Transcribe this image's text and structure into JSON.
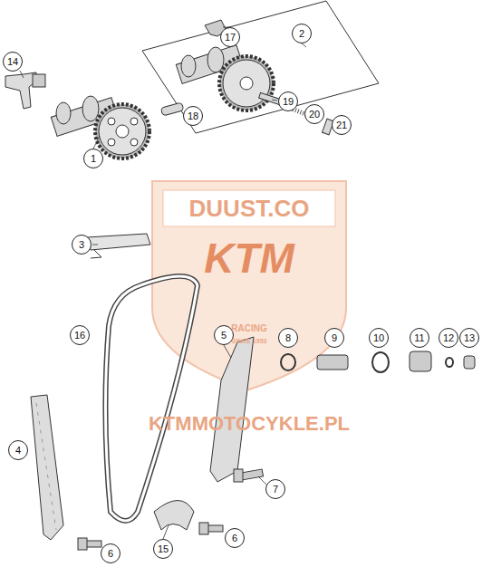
{
  "diagram": {
    "labels": [
      "14",
      "2",
      "17",
      "19",
      "18",
      "20",
      "21",
      "1",
      "3",
      "16",
      "5",
      "8",
      "9",
      "10",
      "11",
      "12",
      "13",
      "4",
      "7",
      "6",
      "15",
      "6",
      "DUUST.CO",
      "KTM",
      "RACING",
      "SINCE 1953",
      "KTMMOTOCYKLE.PL"
    ]
  }
}
